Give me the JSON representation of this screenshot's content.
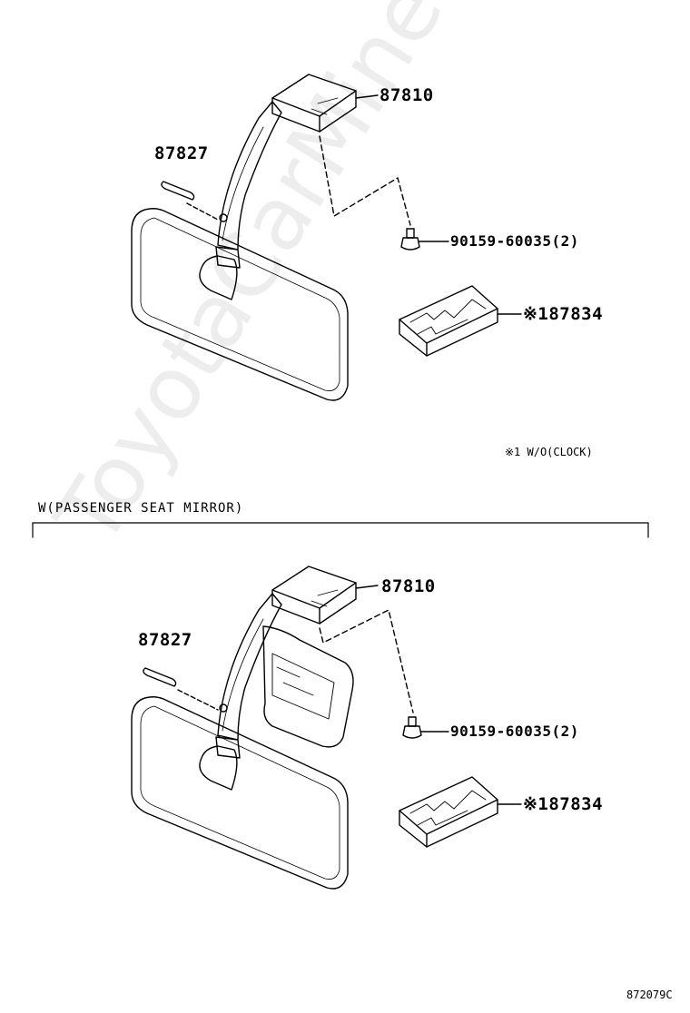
{
  "top_diagram": {
    "labels": {
      "holder": "87810",
      "pin": "87827",
      "screw": "90159-60035(2)",
      "cover": "※187834"
    },
    "note": "※1 W/O(CLOCK)"
  },
  "section_title": "W(PASSENGER SEAT MIRROR)",
  "bottom_diagram": {
    "labels": {
      "holder": "87810",
      "pin": "87827",
      "screw": "90159-60035(2)",
      "cover": "※187834"
    }
  },
  "figure_code": "872079C",
  "watermark": "ToyotaCarMine.ru"
}
